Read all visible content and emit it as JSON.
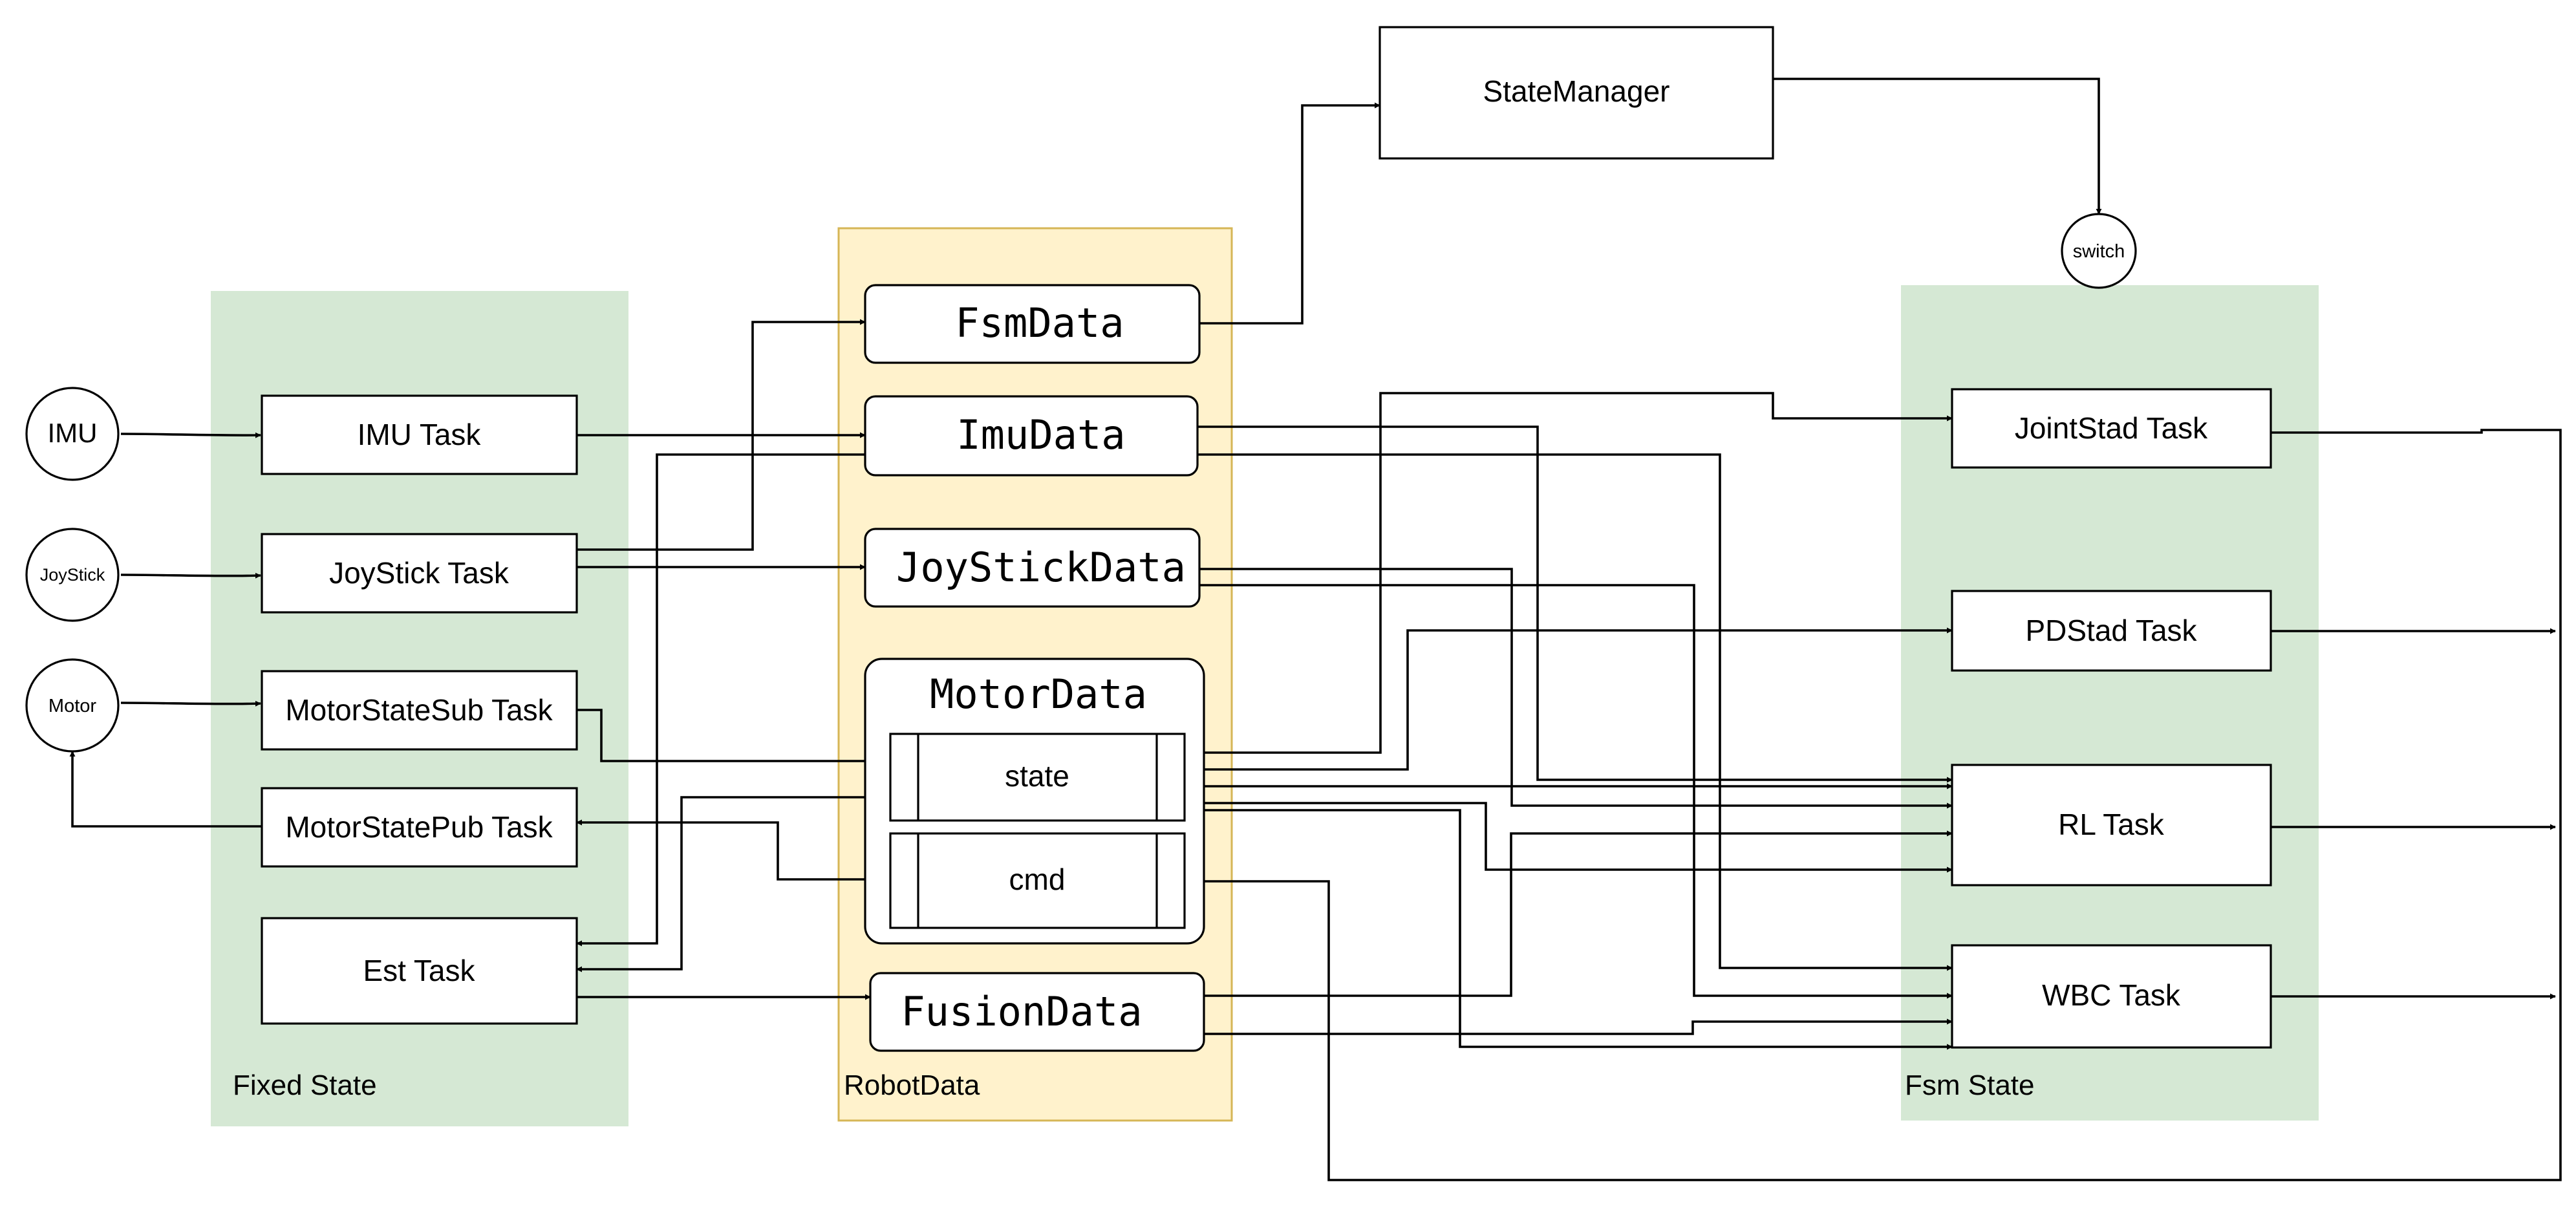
{
  "colors": {
    "fixed_state_fill": "#d5e8d4",
    "robot_data_fill": "#fff2cc",
    "robot_data_border": "#d6b656",
    "fsm_state_fill": "#d5e8d4",
    "line": "#000000"
  },
  "groups": {
    "fixed_state": "Fixed State",
    "robot_data": "RobotData",
    "fsm_state": "Fsm State"
  },
  "sources": {
    "imu": "IMU",
    "joystick": "JoyStick",
    "motor": "Motor"
  },
  "fixed_tasks": {
    "imu_task": "IMU Task",
    "joystick_task": "JoyStick Task",
    "motor_state_sub_task": "MotorStateSub Task",
    "motor_state_pub_task": "MotorStatePub Task",
    "est_task": "Est Task"
  },
  "robot_data": {
    "fsm_data": "FsmData",
    "imu_data": "ImuData",
    "joystick_data": "JoyStickData",
    "motor_data": "MotorData",
    "state": "state",
    "cmd": "cmd",
    "fusion_data": "FusionData"
  },
  "state_manager": "StateManager",
  "switch": "switch",
  "fsm_tasks": {
    "jointstad_task": "JointStad Task",
    "pdstad_task": "PDStad Task",
    "rl_task": "RL Task",
    "wbc_task": "WBC Task"
  }
}
